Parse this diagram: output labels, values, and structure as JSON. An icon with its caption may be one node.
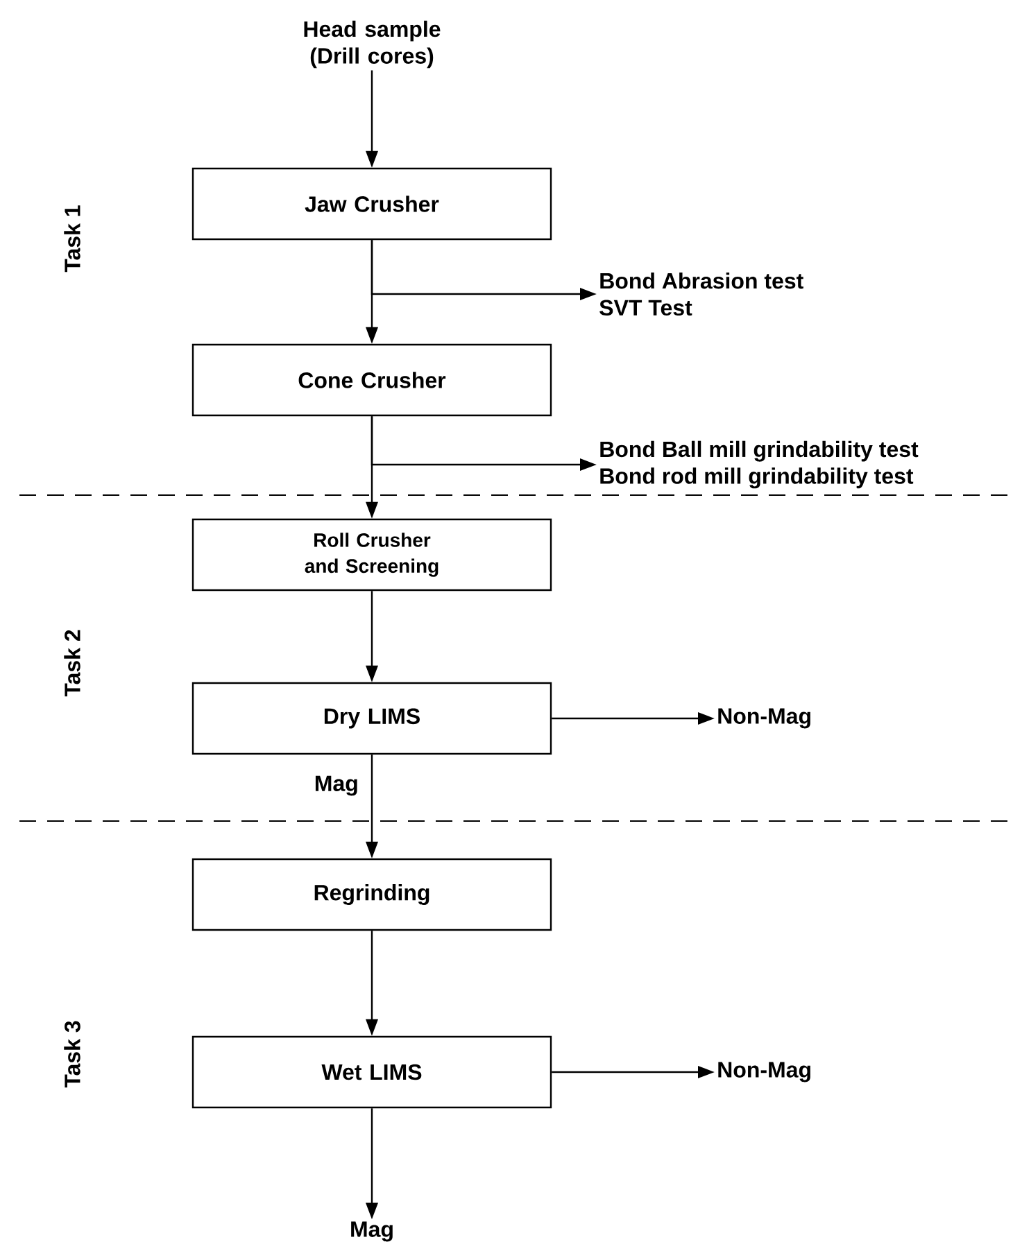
{
  "diagram": {
    "nodes": [
      {
        "text": [
          "Head sample (Drill cores)"
        ]
      },
      {
        "text": [
          "Jaw Crusher"
        ]
      },
      {
        "text": [
          "Bond Abrasion test",
          "SVT Test"
        ]
      },
      {
        "text": [
          "Cone Crusher"
        ]
      },
      {
        "text": [
          "Bond Ball mill grindability test",
          "Bond rod mill grindability test"
        ]
      },
      {
        "text": [
          "Roll Crusher and Screening"
        ]
      },
      {
        "text": [
          "Dry LIMS"
        ]
      },
      {
        "text": [
          "Non-Mag"
        ]
      },
      {
        "text": [
          "Regrinding"
        ]
      },
      {
        "text": [
          "Wet LIMS"
        ]
      },
      {
        "text": [
          "Non-Mag"
        ]
      },
      {
        "text": [
          "Mag"
        ]
      }
    ],
    "edges": [
      {
        "from": 0,
        "to": 1,
        "arrow": "to"
      },
      {
        "from": 1,
        "to": 3,
        "arrow": "to"
      },
      {
        "from": 1,
        "to": 2,
        "arrow": "to"
      },
      {
        "from": 3,
        "to": 5,
        "arrow": "to"
      },
      {
        "from": 3,
        "to": 4,
        "arrow": "to"
      },
      {
        "from": 5,
        "to": 6,
        "arrow": "to"
      },
      {
        "from": 6,
        "to": 7,
        "arrow": "to"
      },
      {
        "from": 6,
        "to": 8,
        "arrow": "to",
        "label": "Mag"
      },
      {
        "from": 8,
        "to": 9,
        "arrow": "to"
      },
      {
        "from": 9,
        "to": 10,
        "arrow": "to"
      },
      {
        "from": 9,
        "to": 11,
        "arrow": "to"
      }
    ],
    "labels": [
      "Task 1",
      "Task 2",
      "Task 3"
    ]
  }
}
